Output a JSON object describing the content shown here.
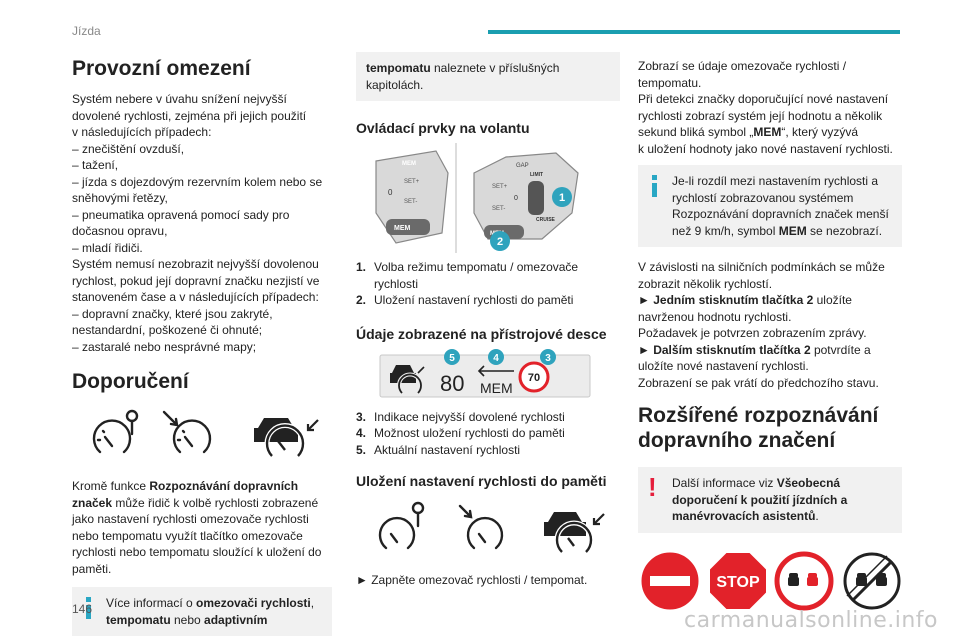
{
  "header": {
    "section": "Jízda"
  },
  "page_number": "146",
  "watermark": "carmanualsonline.info",
  "col1": {
    "title1": "Provozní omezení",
    "p1": [
      "Systém nebere v úvahu snížení nejvyšší",
      "dovolené rychlosti, zejména při jejich použití",
      "v následujících případech:",
      "–  znečištění ovzduší,",
      "–  tažení,",
      "–  jízda s dojezdovým rezervním kolem nebo se",
      "sněhovými řetězy,",
      "–  pneumatika opravená pomocí sady pro",
      "dočasnou opravu,",
      "–  mladí řidiči.",
      "Systém nemusí nezobrazit nejvyšší dovolenou",
      "rychlost, pokud její dopravní značku nezjistí ve",
      "stanoveném čase a v následujících případech:",
      "–  dopravní značky, které jsou zakryté,",
      "nestandardní, poškozené či ohnuté;",
      "–  zastaralé nebo nesprávné mapy;"
    ],
    "title2": "Doporučení",
    "p2_a": "Kromě funkce ",
    "p2_b": "Rozpoznávání dopravních značek",
    "p2_c": " může řidič k volbě rychlosti zobrazené jako nastavení rychlosti omezovače rychlosti nebo tempomatu využít tlačítko omezovače rychlosti nebo tempomatu sloužící k uložení do paměti.",
    "note_a": "Více informací o ",
    "note_b": "omezovači rychlosti",
    "note_c": ", ",
    "note_d": "tempomatu",
    "note_e": " nebo ",
    "note_f": "adaptivním"
  },
  "col2": {
    "note_a": "tempomatu",
    "note_b": " naleznete v příslušných kapitolách.",
    "h_controls": "Ovládací prvky na volantu",
    "wheel_labels": [
      "MEM",
      "SET+",
      "SET-",
      "0",
      "MEM",
      "GAP",
      "LIMIT",
      "SET+",
      "0",
      "SET-",
      "CRUISE",
      "MEM"
    ],
    "callouts": [
      "1",
      "2",
      "3",
      "4",
      "5"
    ],
    "list1": [
      {
        "n": "1.",
        "t": "Volba režimu tempomatu / omezovače rychlosti"
      },
      {
        "n": "2.",
        "t": "Uložení nastavení rychlosti do paměti"
      }
    ],
    "h_display": "Údaje zobrazené na přístrojové desce",
    "display": {
      "speed": "80",
      "mem": "MEM",
      "sign": "70"
    },
    "list2": [
      {
        "n": "3.",
        "t": "Indikace nejvyšší dovolené rychlosti"
      },
      {
        "n": "4.",
        "t": "Možnost uložení rychlosti do paměti"
      },
      {
        "n": "5.",
        "t": "Aktuální nastavení rychlosti"
      }
    ],
    "h_store": "Uložení nastavení rychlosti do paměti",
    "bullet": "►  Zapněte omezovač rychlosti / tempomat."
  },
  "col3": {
    "p1": [
      "Zobrazí se údaje omezovače rychlosti /",
      "tempomatu.",
      "Při detekci značky doporučující nové nastavení",
      "rychlosti zobrazí systém její hodnotu a několik"
    ],
    "p1_mem_a": "sekund bliká symbol „",
    "p1_mem_b": "MEM",
    "p1_mem_c": "“, který vyzývá",
    "p1_end": "k uložení hodnoty jako nové nastavení rychlosti.",
    "note1_a": "Je-li rozdíl mezi nastavením rychlosti a rychlostí zobrazovanou systémem Rozpoznávání dopravních značek menší než 9 km/h, symbol ",
    "note1_b": "MEM",
    "note1_c": " se nezobrazí.",
    "p2": [
      "V závislosti na silničních podmínkách se může",
      "zobrazit několik rychlostí."
    ],
    "step1_a": "►  ",
    "step1_b": "Jedním stisknutím tlačítka 2",
    "step1_c": " uložíte",
    "step1_d": "navrženou hodnotu rychlosti.",
    "p3": "Požadavek je potvrzen zobrazením zprávy.",
    "step2_a": "►  ",
    "step2_b": "Dalším stisknutím tlačítka 2",
    "step2_c": " potvrdíte a",
    "step2_d": "uložíte nové nastavení rychlosti.",
    "p4": "Zobrazení se pak vrátí do předchozího stavu.",
    "title": "Rozšířené rozpoznávání dopravního značení",
    "warn_a": "Další informace viz ",
    "warn_b": "Všeobecná doporučení k použití jízdních a manévrovacích asistentů",
    "warn_c": ".",
    "stop": "STOP"
  },
  "colors": {
    "accent": "#1a9eb0",
    "callout": "#2fa3bd",
    "info": "#29a7c4",
    "warning": "#e51f3c",
    "sign_red": "#e2222a"
  },
  "icons": [
    "speedometer-pin-icon",
    "speedometer-arrow-icon",
    "car-speedometer-icon",
    "no-entry-sign-icon",
    "stop-sign-icon",
    "no-overtaking-sign-icon",
    "end-no-overtaking-sign-icon"
  ]
}
